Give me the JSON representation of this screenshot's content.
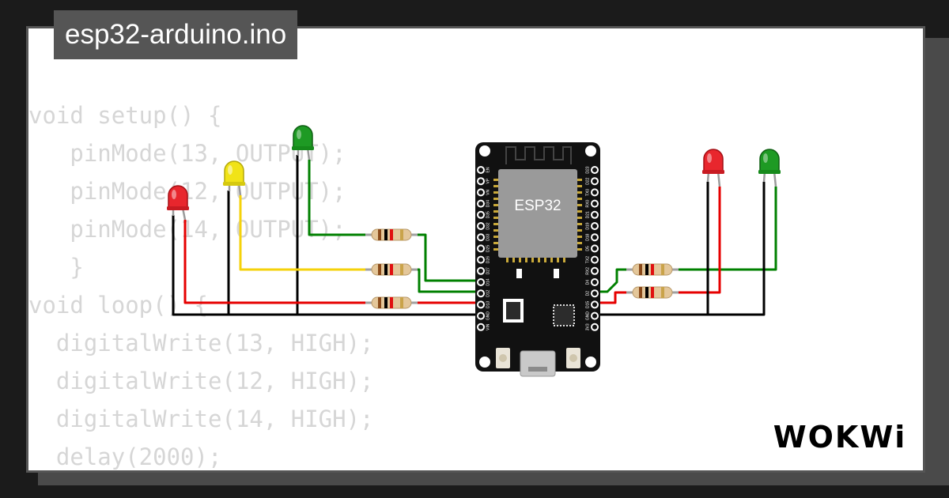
{
  "title": "esp32-arduino.ino",
  "code_lines": [
    "void setup() {",
    "   pinMode(13, OUTPUT);",
    "   pinMode(12, OUTPUT);",
    "   pinMode(14, OUTPUT);",
    "   }",
    "void loop() {",
    "  digitalWrite(13, HIGH);",
    "  digitalWrite(12, HIGH);",
    "  digitalWrite(14, HIGH);",
    "  delay(2000);"
  ],
  "board": {
    "chip_label": "ESP32",
    "left_pins": [
      "EN",
      "VP",
      "VN",
      "D34",
      "D35",
      "D32",
      "D33",
      "D25",
      "D26",
      "D27",
      "D14",
      "D12",
      "D13",
      "GND",
      "VIN"
    ],
    "right_pins": [
      "D23",
      "D22",
      "TX0",
      "RX0",
      "D21",
      "D19",
      "D18",
      "D5",
      "TX2",
      "RX2",
      "D4",
      "D2",
      "D15",
      "GND",
      "3V3"
    ]
  },
  "brand": "WOKWi",
  "colors": {
    "led_red": "#e8262d",
    "led_yellow": "#f1e317",
    "led_green": "#1e9a24",
    "wire_red": "#e60000",
    "wire_green": "#008000",
    "wire_yellow": "#f5d20a",
    "wire_black": "#000000",
    "board": "#111111"
  }
}
